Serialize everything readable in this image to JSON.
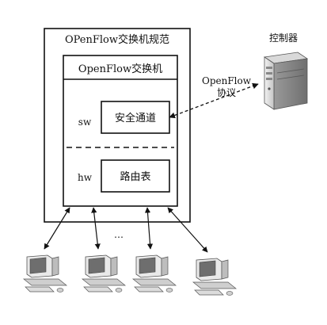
{
  "spec_label": "OPenFlow交换机规范",
  "switch_label": "OpenFlow交换机",
  "sw_label": "sw",
  "hw_label": "hw",
  "secure_channel_label": "安全通道",
  "flow_table_label": "路由表",
  "protocol_label_line1": "OpenFlow",
  "protocol_label_line2": "协议",
  "controller_label": "控制器",
  "ellipsis_label": "…",
  "colors": {
    "line": "#111111",
    "server_light": "#e6e6e6",
    "server_mid": "#b9b9b9",
    "server_dark": "#7a7a7a"
  },
  "icons": {
    "controller": "server-tower-icon",
    "hosts": "desktop-computer-icon"
  }
}
